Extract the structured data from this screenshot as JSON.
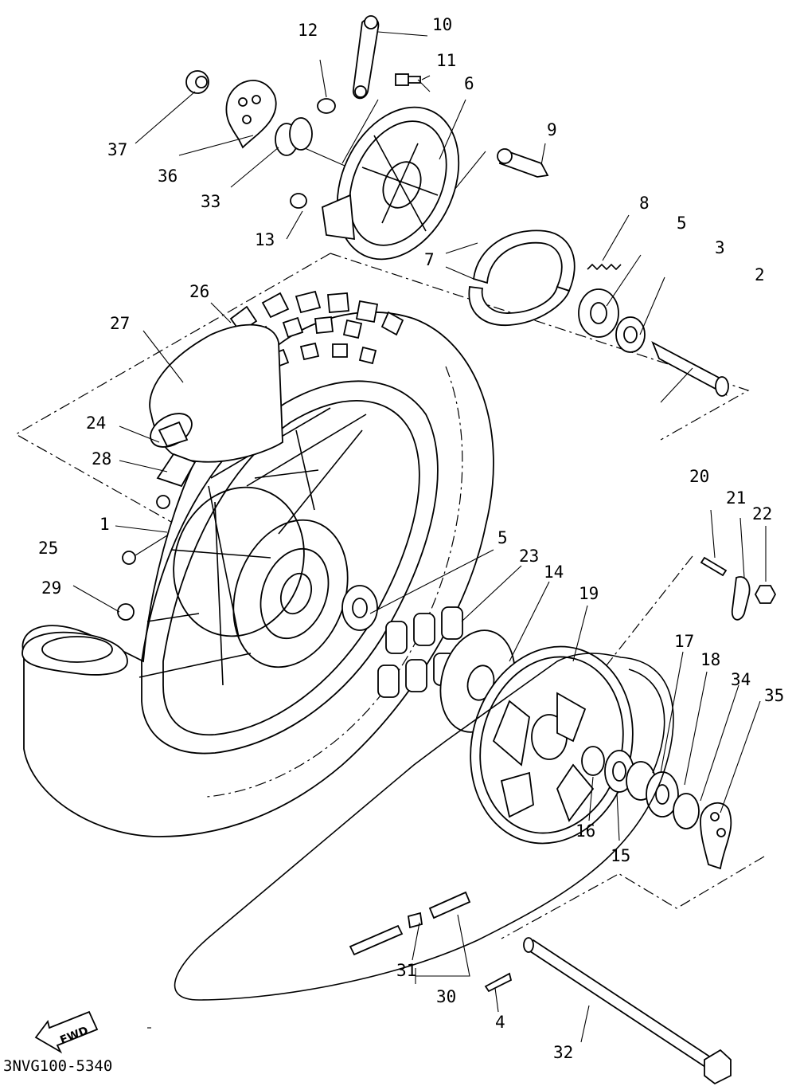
{
  "diagram": {
    "code": "3NVG100-5340",
    "fwd_label": "FWD",
    "callouts": {
      "c1": "1",
      "c2": "2",
      "c3": "3",
      "c4": "4",
      "c5a": "5",
      "c5b": "5",
      "c6": "6",
      "c7": "7",
      "c8": "8",
      "c9": "9",
      "c10": "10",
      "c11": "11",
      "c12": "12",
      "c13": "13",
      "c14": "14",
      "c15": "15",
      "c16": "16",
      "c17": "17",
      "c18": "18",
      "c19": "19",
      "c20": "20",
      "c21": "21",
      "c22": "22",
      "c23": "23",
      "c24": "24",
      "c25": "25",
      "c26": "26",
      "c27": "27",
      "c28": "28",
      "c29": "29",
      "c30": "30",
      "c31": "31",
      "c32": "32",
      "c33": "33",
      "c34": "34",
      "c35": "35",
      "c36": "36",
      "c37": "37"
    }
  }
}
